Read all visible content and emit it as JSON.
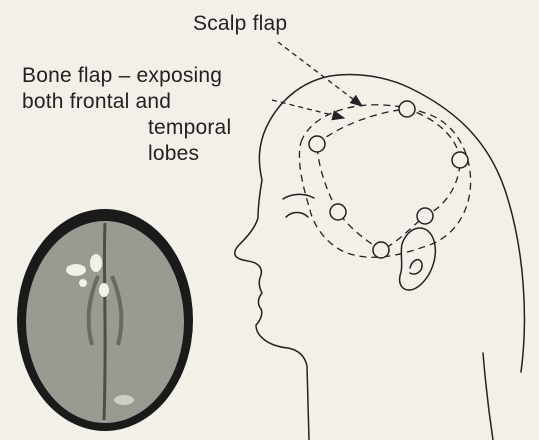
{
  "labels": {
    "scalp_flap": "Scalp flap",
    "bone_flap_lines": [
      "Bone flap – exposing",
      "both frontal and",
      "temporal",
      "lobes"
    ]
  },
  "icons": {
    "head": "head-profile-icon",
    "ct_scan": "brain-ct-scan-icon"
  },
  "colors": {
    "background": "#f3f0ea",
    "ink": "#222222",
    "scan_tissue": "#9a9a92",
    "lesion": "#f1f1ea"
  }
}
